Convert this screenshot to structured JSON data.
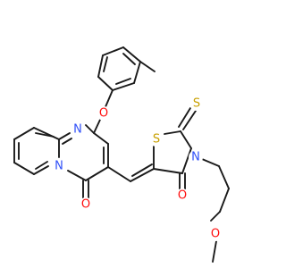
{
  "atoms": [
    {
      "id": "N_pyr",
      "symbol": "N",
      "color": "#3050F8"
    },
    {
      "id": "N_bridge",
      "symbol": "N",
      "color": "#3050F8"
    },
    {
      "id": "O_ether",
      "symbol": "O",
      "color": "#FF0D0D"
    },
    {
      "id": "O_keto",
      "symbol": "O",
      "color": "#FF0D0D"
    },
    {
      "id": "S_ring",
      "symbol": "S",
      "color": "#C8A000"
    },
    {
      "id": "S_thione",
      "symbol": "S",
      "color": "#C8A000"
    },
    {
      "id": "N_thz",
      "symbol": "N",
      "color": "#3050F8"
    },
    {
      "id": "O_thz",
      "symbol": "O",
      "color": "#FF0D0D"
    },
    {
      "id": "O_methoxy",
      "symbol": "O",
      "color": "#FF0D0D"
    }
  ],
  "colors": {
    "bond": "#1a1a1a",
    "nitrogen": "#3050F8",
    "oxygen": "#FF0D0D",
    "sulfur": "#C8A000"
  }
}
